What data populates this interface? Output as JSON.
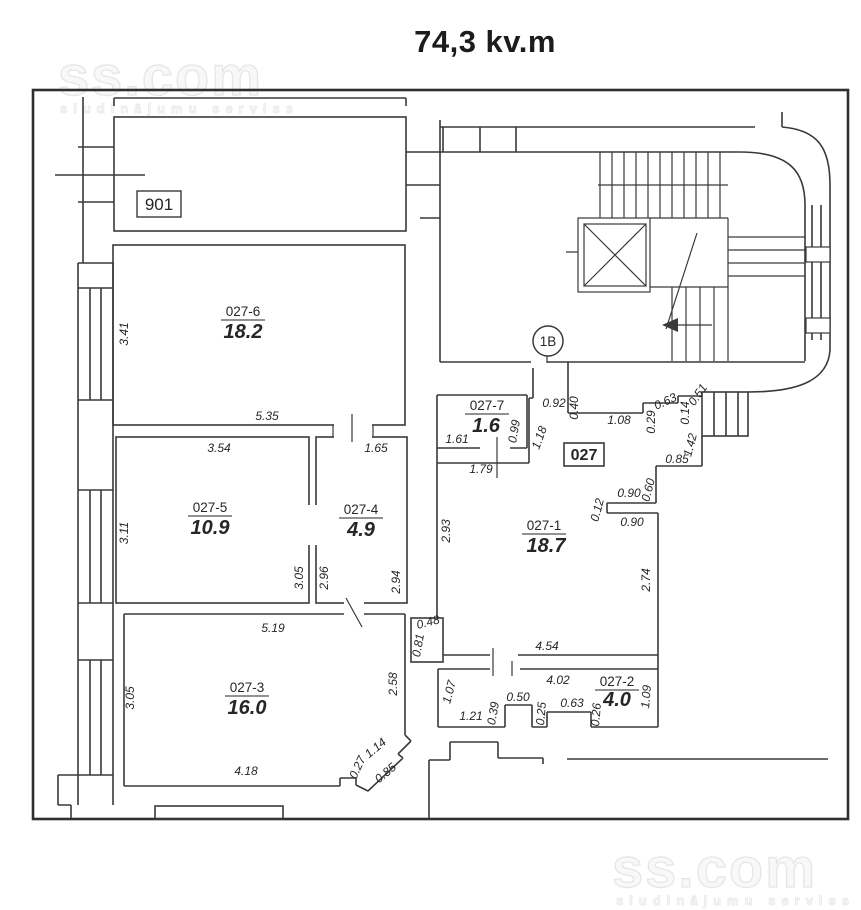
{
  "title": "74,3 kv.m",
  "watermark": {
    "brand": "ss.com",
    "tagline": "sludinājumu serviss"
  },
  "labels": {
    "neighbor": "901",
    "stairwell": "1B",
    "apartment": "027"
  },
  "rooms": [
    {
      "id": "027-1",
      "area": "18.7"
    },
    {
      "id": "027-2",
      "area": "4.0"
    },
    {
      "id": "027-3",
      "area": "16.0"
    },
    {
      "id": "027-4",
      "area": "4.9"
    },
    {
      "id": "027-5",
      "area": "10.9"
    },
    {
      "id": "027-6",
      "area": "18.2"
    },
    {
      "id": "027-7",
      "area": "1.6"
    }
  ],
  "dims": {
    "r6_h": "3.41",
    "r6_w": "5.35",
    "r5_w": "3.54",
    "r5_h": "3.11",
    "r5_h2": "3.05",
    "r4_w": "1.65",
    "r4_h": "2.96",
    "r4_h2": "2.94",
    "r3_w": "5.19",
    "r3_h": "3.05",
    "r3_h2": "2.58",
    "r3_w2": "4.18",
    "r3_bevel": "1.14",
    "r3_bevel2": "0.27",
    "r3_bevel3": "0.85",
    "r7_w": "1.61",
    "r7_h": "0.99",
    "r7_w2": "1.79",
    "entry_len": "1.18",
    "entry_w": "0.92",
    "entry_s1": "0.40",
    "ext1": "1.08",
    "ext2": "0.29",
    "ext3": "0.63",
    "ext4": "0.14",
    "ext5": "0.51",
    "ext6": "1.42",
    "ext7": "0.85",
    "r1_step1": "0.90",
    "r1_step2": "0.60",
    "r1_step3": "0.12",
    "r1_step4": "0.90",
    "r1_h": "2.93",
    "r1_h2": "2.74",
    "r1_w": "4.54",
    "niche_w": "0.48",
    "niche_h": "0.81",
    "r2_h": "1.07",
    "r2_w": "4.02",
    "r2_h2": "1.09",
    "r2_s1": "1.21",
    "r2_s2": "0.39",
    "r2_s3": "0.50",
    "r2_s4": "0.25",
    "r2_s5": "0.63",
    "r2_s6": "0.26"
  },
  "colors": {
    "line": "#3a3a3a",
    "watermark": "#e9e9e9",
    "background": "#ffffff"
  }
}
